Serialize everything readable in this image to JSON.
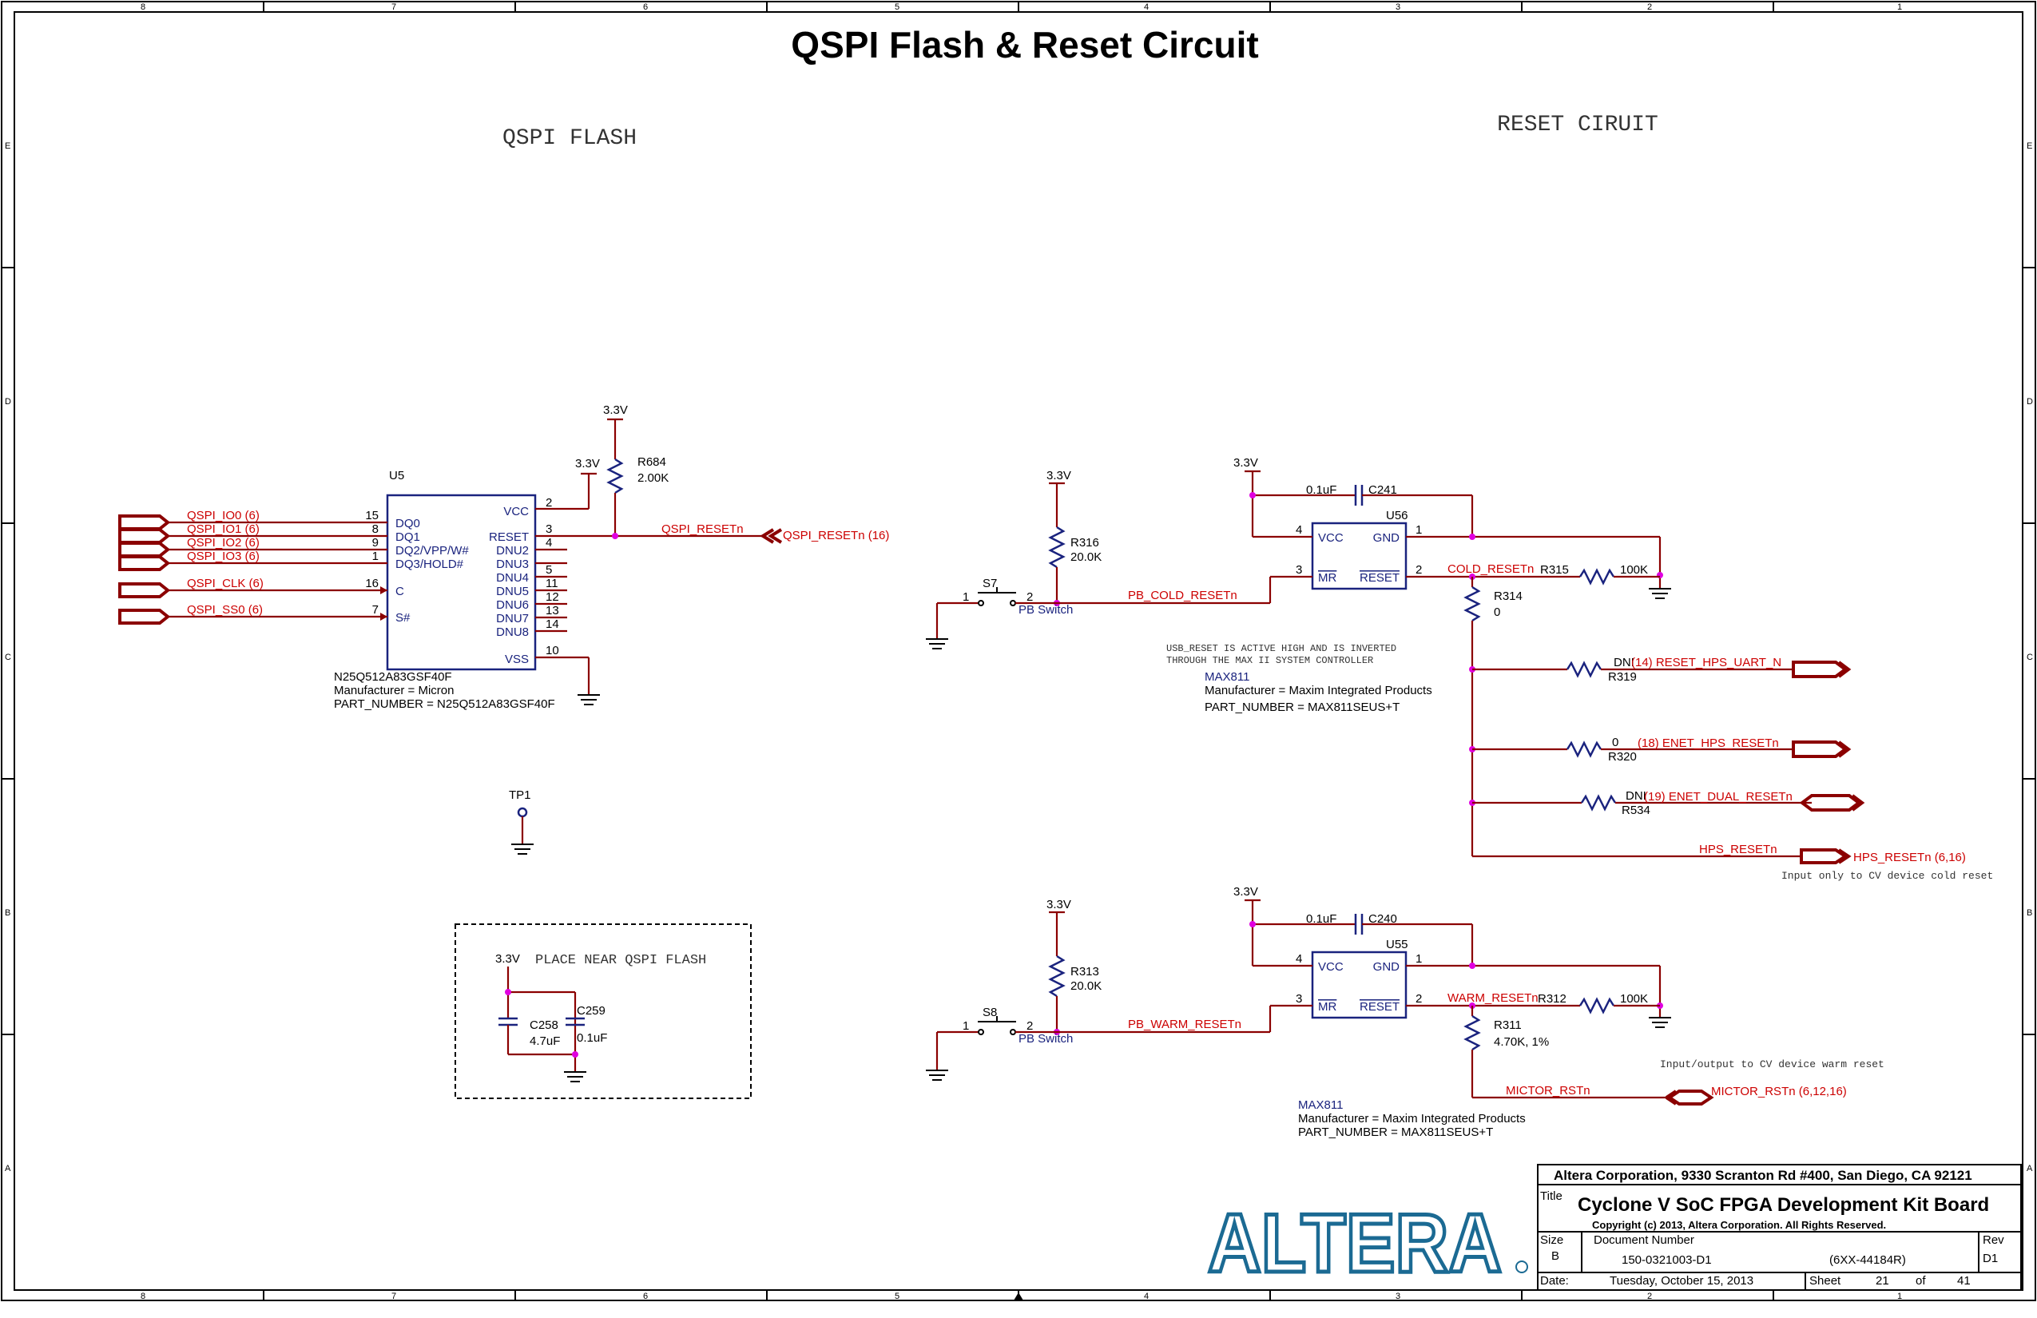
{
  "title": "QSPI Flash & Reset Circuit",
  "sections": {
    "qspi": "QSPI FLASH",
    "reset": "RESET CIRUIT"
  },
  "border": {
    "cols": [
      "8",
      "7",
      "6",
      "5",
      "4",
      "3",
      "2",
      "1"
    ],
    "rows": [
      "E",
      "D",
      "C",
      "B",
      "A"
    ]
  },
  "power": {
    "v33": "3.3V"
  },
  "u5": {
    "ref": "U5",
    "pins_left": [
      "DQ0",
      "DQ1",
      "DQ2/VPP/W#",
      "DQ3/HOLD#",
      "C",
      "S#"
    ],
    "pins_left_num": [
      "15",
      "8",
      "9",
      "1",
      "16",
      "7"
    ],
    "pins_right": [
      "VCC",
      "RESET",
      "DNU2",
      "DNU3",
      "DNU4",
      "DNU5",
      "DNU6",
      "DNU7",
      "DNU8",
      "VSS"
    ],
    "pins_right_num": [
      "2",
      "3",
      "4",
      "5",
      "11",
      "12",
      "13",
      "14",
      "10"
    ],
    "part": "N25Q512A83GSF40F",
    "manufacturer": "Manufacturer = Micron",
    "part_number": "PART_NUMBER = N25Q512A83GSF40F"
  },
  "nets_left": [
    "QSPI_IO0 (6)",
    "QSPI_IO1 (6)",
    "QSPI_IO2 (6)",
    "QSPI_IO3 (6)",
    "QSPI_CLK (6)",
    "QSPI_SS0 (6)"
  ],
  "r684": {
    "ref": "R684",
    "val": "2.00K"
  },
  "qspi_reset": {
    "net": "QSPI_RESETn",
    "port": "QSPI_RESETn (16)"
  },
  "tp1": "TP1",
  "caps": {
    "note": "PLACE NEAR QSPI FLASH",
    "c258": "C258",
    "c258v": "4.7uF",
    "c259": "C259",
    "c259v": "0.1uF"
  },
  "s7": {
    "ref": "S7",
    "label": "PB Switch",
    "net": "PB_COLD_RESETn",
    "r": "R316",
    "rv": "20.0K",
    "p1": "1",
    "p2": "2"
  },
  "s8": {
    "ref": "S8",
    "label": "PB Switch",
    "net": "PB_WARM_RESETn",
    "r": "R313",
    "rv": "20.0K",
    "p1": "1",
    "p2": "2"
  },
  "u56": {
    "ref": "U56",
    "vcc": "VCC",
    "gnd": "GND",
    "mr": "MR",
    "reset": "RESET",
    "p4": "4",
    "p1": "1",
    "p3": "3",
    "p2": "2",
    "cap": "C241",
    "capv": "0.1uF"
  },
  "u55": {
    "ref": "U55",
    "vcc": "VCC",
    "gnd": "GND",
    "mr": "MR",
    "reset": "RESET",
    "p4": "4",
    "p1": "1",
    "p3": "3",
    "p2": "2",
    "cap": "C240",
    "capv": "0.1uF"
  },
  "usb_note": [
    "USB_RESET IS ACTIVE HIGH AND IS INVERTED",
    "THROUGH THE MAX II SYSTEM CONTROLLER"
  ],
  "max811_1": [
    "MAX811",
    "Manufacturer = Maxim Integrated Products",
    "PART_NUMBER = MAX811SEUS+T"
  ],
  "max811_2": [
    "MAX811",
    "Manufacturer = Maxim Integrated Products",
    "PART_NUMBER = MAX811SEUS+T"
  ],
  "cold": {
    "net": "COLD_RESETn",
    "r315": "R315",
    "r315v": "100K",
    "r314": "R314",
    "r314v": "0"
  },
  "outs": [
    {
      "r": "R319",
      "rv": "DNI",
      "net": "(14) RESET_HPS_UART_N"
    },
    {
      "r": "R320",
      "rv": "0",
      "net": "(18) ENET_HPS_RESETn"
    },
    {
      "r": "R534",
      "rv": "DNI",
      "net": "(19) ENET_DUAL_RESETn"
    }
  ],
  "hps": {
    "net": "HPS_RESETn",
    "port": "HPS_RESETn (6,16)",
    "note": "Input only to CV device cold reset"
  },
  "warm": {
    "net": "WARM_RESETn",
    "r312": "R312",
    "r312v": "100K",
    "r311": "R311",
    "r311v": "4.70K, 1%",
    "note": "Input/output to CV device warm reset"
  },
  "mictor": {
    "net": "MICTOR_RSTn",
    "port": "MICTOR_RSTn (6,12,16)"
  },
  "logo": "ALTERA",
  "titleblock": {
    "company": "Altera Corporation, 9330 Scranton Rd #400, San Diego, CA 92121",
    "title_lbl": "Title",
    "title": "Cyclone V SoC FPGA Development Kit Board",
    "copyright": "Copyright (c) 2013, Altera Corporation. All Rights Reserved.",
    "size_lbl": "Size",
    "size": "B",
    "docnum_lbl": "Document Number",
    "docnum": "150-0321003-D1",
    "alt": "(6XX-44184R)",
    "rev_lbl": "Rev",
    "rev": "D1",
    "date_lbl": "Date:",
    "date": "Tuesday, October 15, 2013",
    "sheet_lbl": "Sheet",
    "sheet": "21",
    "of_lbl": "of",
    "of": "41"
  }
}
